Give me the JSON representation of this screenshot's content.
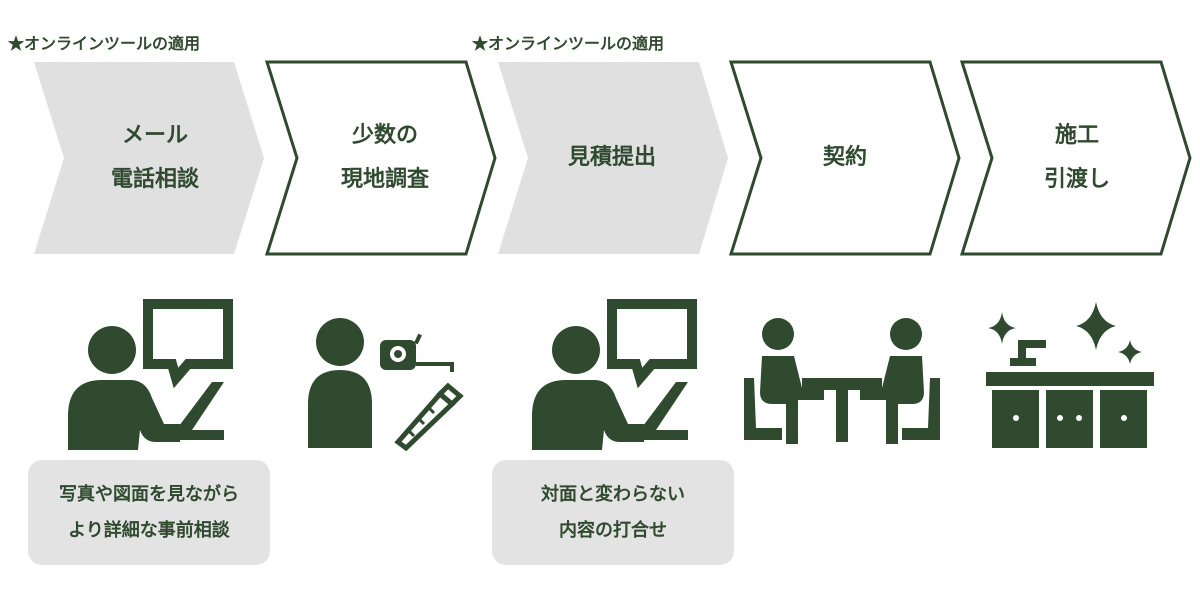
{
  "notes": [
    "★オンラインツールの適用",
    "★オンラインツールの適用"
  ],
  "steps": [
    {
      "line1": "メール",
      "line2": "電話相談",
      "style": "filled"
    },
    {
      "line1": "少数の",
      "line2": "現地調査",
      "style": "outline"
    },
    {
      "line1": "見積提出",
      "line2": "",
      "style": "filled"
    },
    {
      "line1": "契約",
      "line2": "",
      "style": "outline"
    },
    {
      "line1": "施工",
      "line2": "引渡し",
      "style": "outline"
    }
  ],
  "icons": [
    "person-laptop-chat-icon",
    "person-measure-tools-icon",
    "person-laptop-chat-icon",
    "meeting-table-icon",
    "kitchen-sink-sparkle-icon"
  ],
  "boxes": [
    {
      "line1": "写真や図面を見ながら",
      "line2": "より詳細な事前相談"
    },
    {
      "line1": "対面と変わらない",
      "line2": "内容の打合せ"
    }
  ],
  "colors": {
    "dark_green": "#2f4a2f",
    "gray_fill": "#e0e0e0",
    "box_fill": "#e3e3e3"
  }
}
